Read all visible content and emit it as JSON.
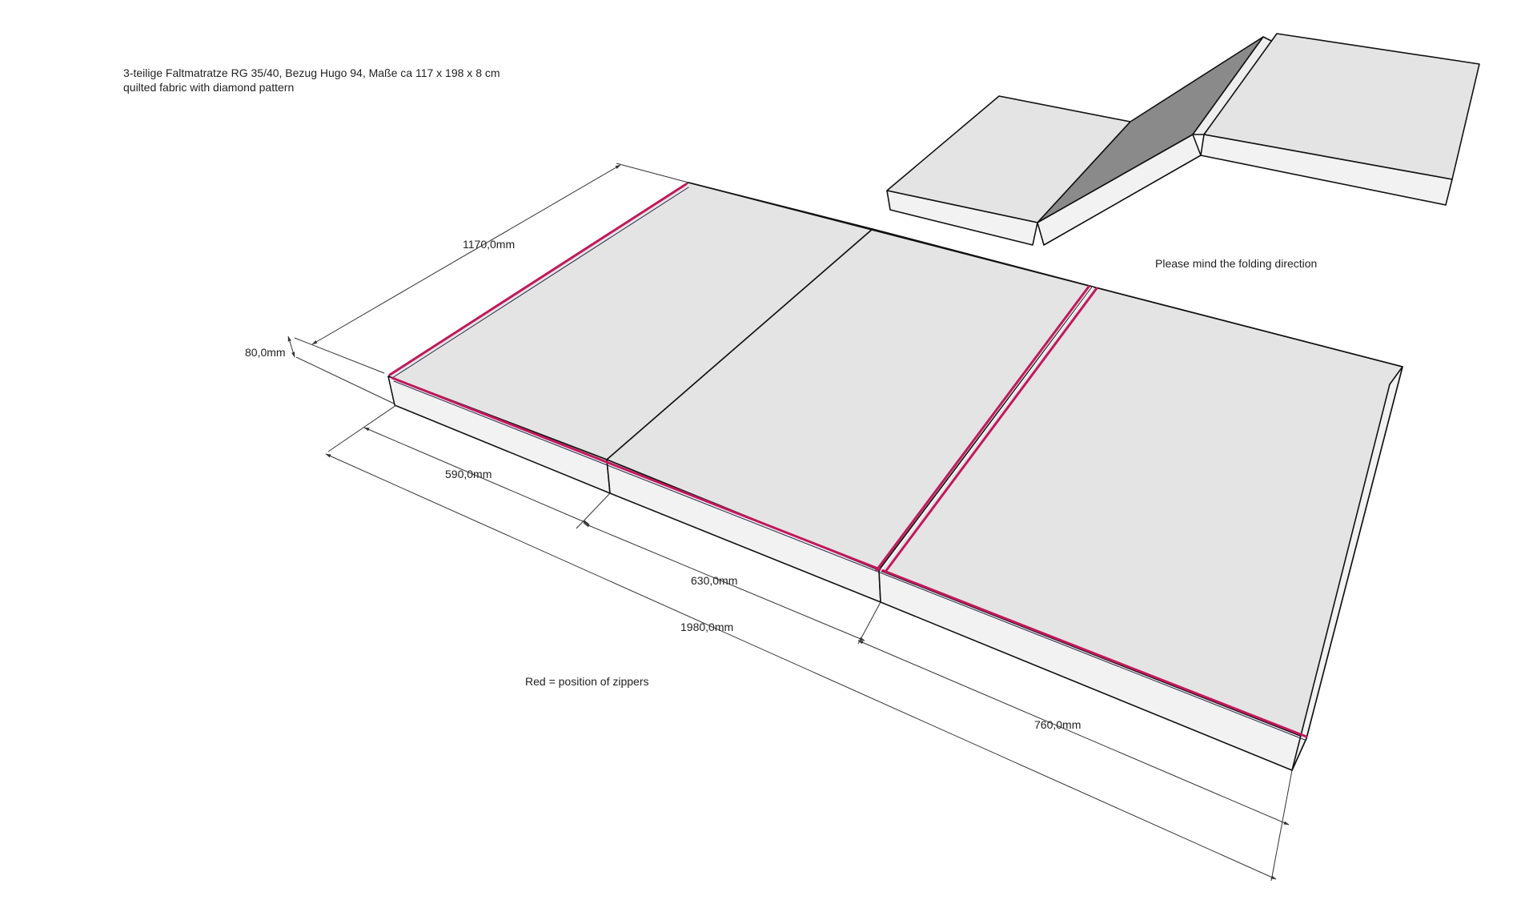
{
  "header": {
    "title": "3-teilige Faltmatratze RG 35/40, Bezug Hugo 94, Maße ca 117 x 198 x 8 cm",
    "subtitle": "quilted fabric with diamond pattern"
  },
  "notes": {
    "folding": "Please mind the folding direction",
    "zippers": "Red = position of zippers"
  },
  "dimensions": {
    "width": "1170,0mm",
    "height": "80,0mm",
    "segment_1": "590,0mm",
    "segment_2": "630,0mm",
    "segment_3": "760,0mm",
    "total_length": "1980,0mm"
  },
  "colors": {
    "zipper": "#c2185b",
    "top_face": "#e4e4e4",
    "side_face": "#f2f2f2",
    "inner_fold": "#8a8a8a",
    "line": "#111111"
  }
}
